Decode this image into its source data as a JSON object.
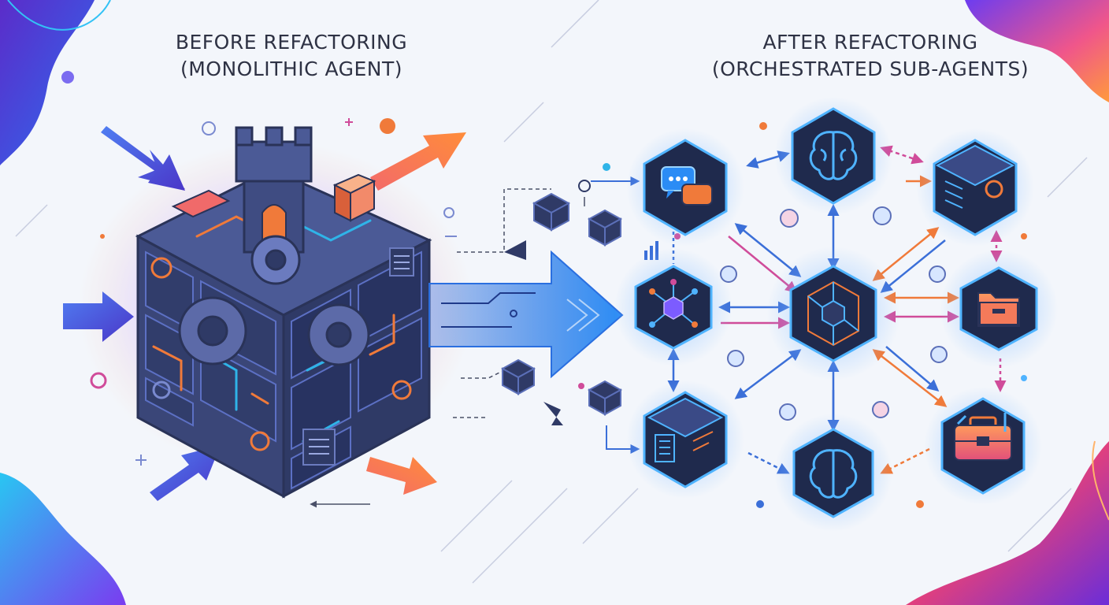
{
  "title_before": [
    "BEFORE REFACTORING",
    "(MONOLITHIC AGENT)"
  ],
  "title_after": [
    "AFTER REFACTORING",
    "(ORCHESTRATED SUB-AGENTS)"
  ],
  "colors": {
    "background": "#f3f6fb",
    "cube_dark": "#2f3a5e",
    "cube_edge": "#5b6fb8",
    "node_fill": "#1f2a4d",
    "glow_blue": "#4fb3ff",
    "accent_orange": "#f47a3c",
    "accent_pink": "#d74f9c",
    "accent_purple": "#7c5cff"
  },
  "sub_agents": [
    {
      "id": "chat",
      "icon": "chat-bubbles-icon"
    },
    {
      "id": "brain-top",
      "icon": "brain-icon"
    },
    {
      "id": "doc-cube",
      "icon": "document-cube-icon"
    },
    {
      "id": "network",
      "icon": "network-cube-icon"
    },
    {
      "id": "orchestrator",
      "icon": "orchestrator-icon"
    },
    {
      "id": "folder",
      "icon": "folder-icon"
    },
    {
      "id": "list-cube",
      "icon": "list-cube-icon"
    },
    {
      "id": "brain-bottom",
      "icon": "brain-icon"
    },
    {
      "id": "toolbox",
      "icon": "toolbox-icon"
    }
  ]
}
